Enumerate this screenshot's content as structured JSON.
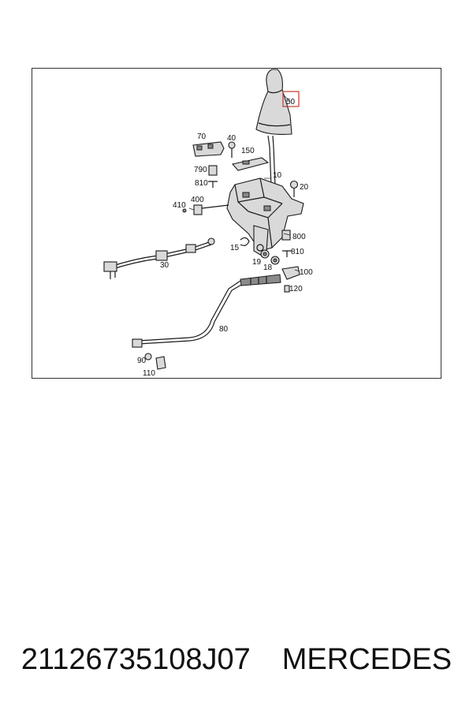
{
  "diagram": {
    "callouts": {
      "c10": "10",
      "c15": "15",
      "c18": "18",
      "c19": "19",
      "c20": "20",
      "c30": "30",
      "c40": "40",
      "c50": "50",
      "c70": "70",
      "c80": "80",
      "c90": "90",
      "c100": "100",
      "c110": "110",
      "c120": "120",
      "c150": "150",
      "c400": "400",
      "c410": "410",
      "c790": "790",
      "c800": "800",
      "c810a": "810",
      "c810b": "810"
    },
    "highlight_color": "#c0392b"
  },
  "footer": {
    "part_number": "21126735108J07",
    "brand": "MERCEDES"
  }
}
